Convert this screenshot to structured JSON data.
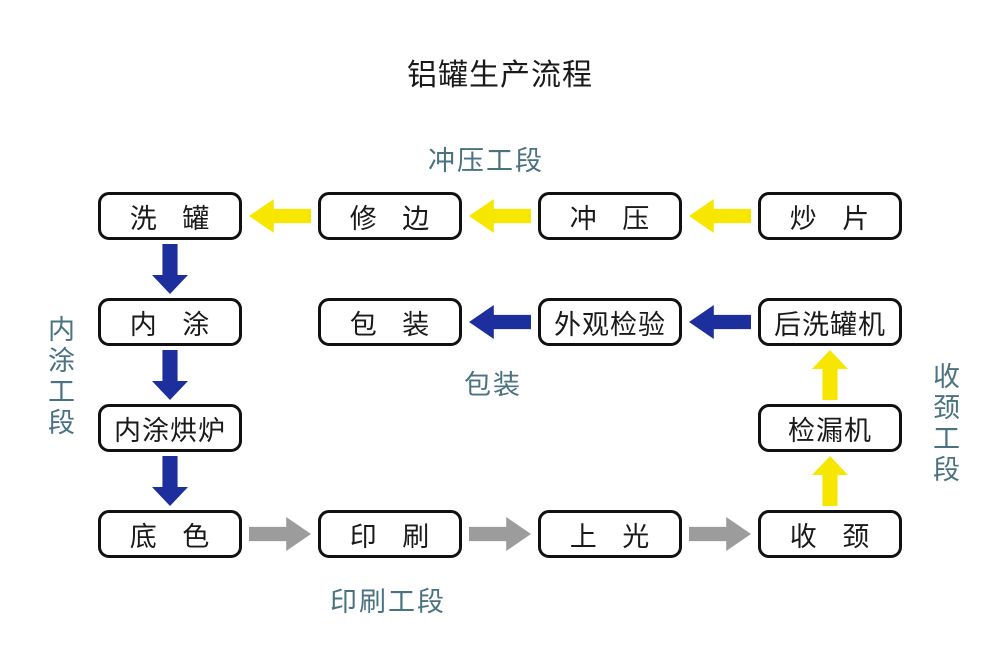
{
  "title": "铝罐生产流程",
  "colors": {
    "yellow": "#f7e600",
    "navy": "#1c2f9c",
    "gray": "#9c9c9c",
    "label_teal": "#4a7280"
  },
  "section_labels": {
    "stamping": "冲压工段",
    "inner_coating": "内涂工段",
    "packing": "包装",
    "printing": "印刷工段",
    "necking": "收颈工段"
  },
  "boxes": {
    "can_washing": "洗 罐",
    "trimming": "修 边",
    "stamping": "冲 压",
    "cupping": "炒 片",
    "inner_coating": "内 涂",
    "packing": "包 装",
    "visual_inspection": "外观检验",
    "post_washer": "后洗罐机",
    "coating_oven": "内涂烘炉",
    "leak_tester": "检漏机",
    "base_coat": "底 色",
    "printing": "印 刷",
    "varnishing": "上 光",
    "necking": "收 颈"
  }
}
